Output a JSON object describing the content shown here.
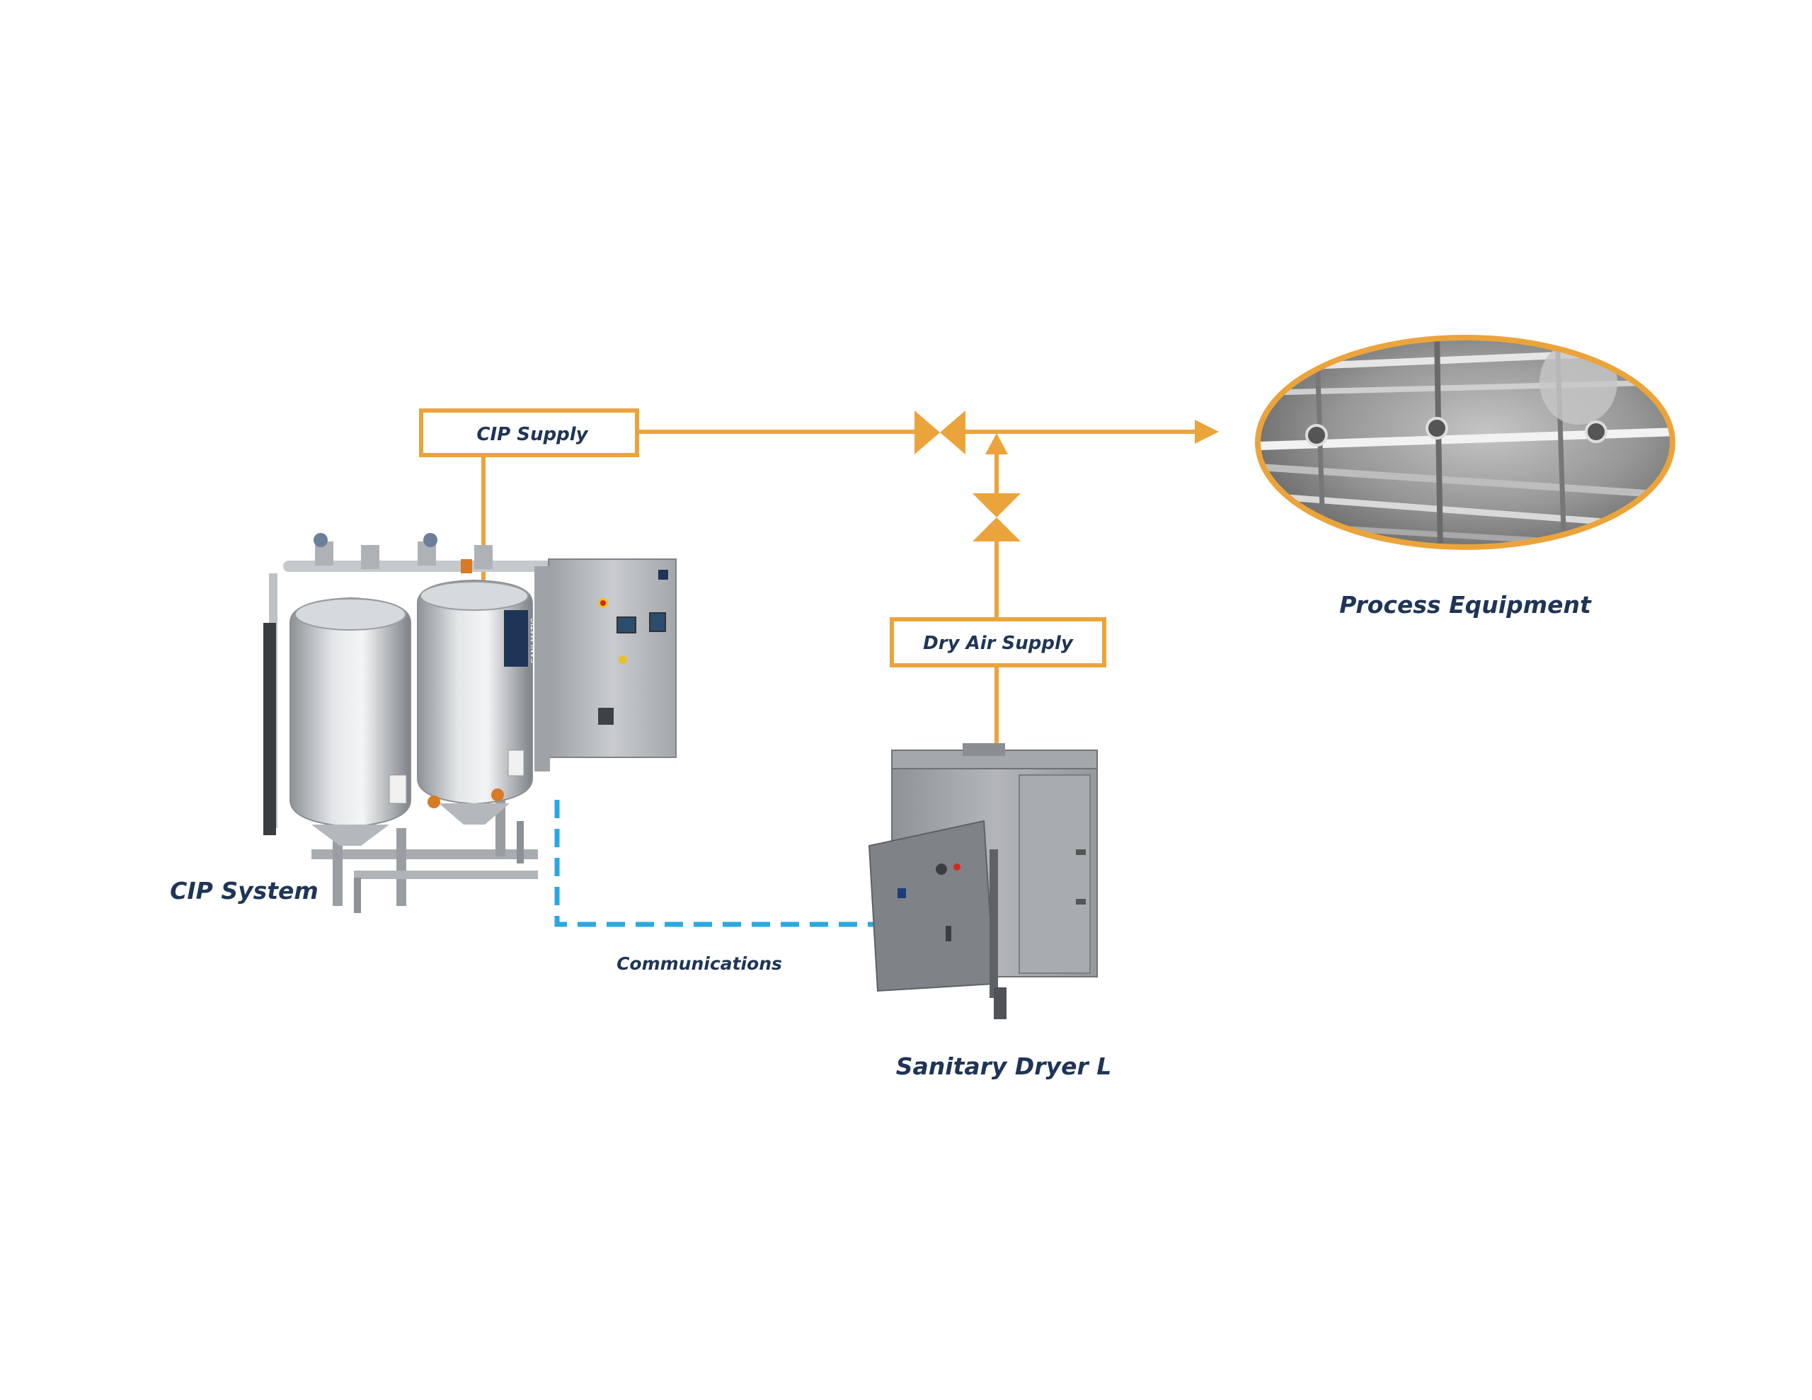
{
  "labels": {
    "cip_supply": "CIP Supply",
    "dry_air_supply": "Dry Air Supply",
    "communications": "Communications",
    "cip_system": "CIP System",
    "sanitary_dryer": "Sanitary Dryer L",
    "process_equipment": "Process Equipment",
    "tank_brand": "SANI-MATIC"
  },
  "colors": {
    "pipe": "#eba43b",
    "communications_line": "#2ba8df",
    "label_text": "#1f3556",
    "steel": "#b9bdc1"
  }
}
